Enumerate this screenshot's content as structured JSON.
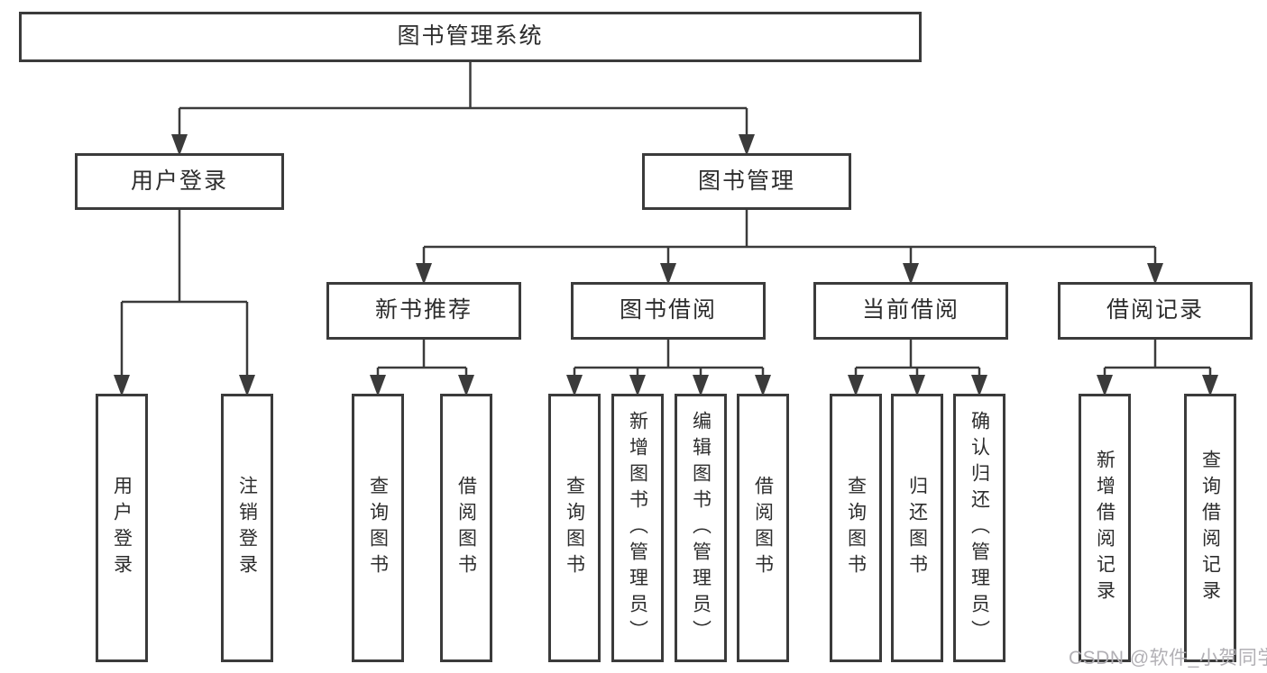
{
  "diagram": {
    "type": "hierarchy",
    "title": "图书管理系统",
    "nodes": [
      {
        "id": "root",
        "label": "图书管理系统",
        "level": 0,
        "parent": null,
        "text_direction": "horizontal"
      },
      {
        "id": "user-login",
        "label": "用户登录",
        "level": 1,
        "parent": "root",
        "text_direction": "horizontal"
      },
      {
        "id": "book-mgmt",
        "label": "图书管理",
        "level": 1,
        "parent": "root",
        "text_direction": "horizontal"
      },
      {
        "id": "new-book-rec",
        "label": "新书推荐",
        "level": 2,
        "parent": "book-mgmt",
        "text_direction": "horizontal"
      },
      {
        "id": "book-borrow",
        "label": "图书借阅",
        "level": 2,
        "parent": "book-mgmt",
        "text_direction": "horizontal"
      },
      {
        "id": "current-borrow",
        "label": "当前借阅",
        "level": 2,
        "parent": "book-mgmt",
        "text_direction": "horizontal"
      },
      {
        "id": "borrow-record",
        "label": "借阅记录",
        "level": 2,
        "parent": "book-mgmt",
        "text_direction": "horizontal"
      },
      {
        "id": "leaf-user-login",
        "label": "用户登录",
        "level": 3,
        "parent": "user-login",
        "text_direction": "vertical"
      },
      {
        "id": "leaf-logout",
        "label": "注销登录",
        "level": 3,
        "parent": "user-login",
        "text_direction": "vertical"
      },
      {
        "id": "leaf-nbr-query",
        "label": "查询图书",
        "level": 3,
        "parent": "new-book-rec",
        "text_direction": "vertical"
      },
      {
        "id": "leaf-nbr-borrow",
        "label": "借阅图书",
        "level": 3,
        "parent": "new-book-rec",
        "text_direction": "vertical"
      },
      {
        "id": "leaf-bb-query",
        "label": "查询图书",
        "level": 3,
        "parent": "book-borrow",
        "text_direction": "vertical"
      },
      {
        "id": "leaf-bb-add",
        "label": "新增图书（管理员）",
        "level": 3,
        "parent": "book-borrow",
        "text_direction": "vertical"
      },
      {
        "id": "leaf-bb-edit",
        "label": "编辑图书（管理员）",
        "level": 3,
        "parent": "book-borrow",
        "text_direction": "vertical"
      },
      {
        "id": "leaf-bb-borrow",
        "label": "借阅图书",
        "level": 3,
        "parent": "book-borrow",
        "text_direction": "vertical"
      },
      {
        "id": "leaf-cb-query",
        "label": "查询图书",
        "level": 3,
        "parent": "current-borrow",
        "text_direction": "vertical"
      },
      {
        "id": "leaf-cb-return",
        "label": "归还图书",
        "level": 3,
        "parent": "current-borrow",
        "text_direction": "vertical"
      },
      {
        "id": "leaf-cb-confirm",
        "label": "确认归还（管理员）",
        "level": 3,
        "parent": "current-borrow",
        "text_direction": "vertical"
      },
      {
        "id": "leaf-br-add",
        "label": "新增借阅记录",
        "level": 3,
        "parent": "borrow-record",
        "text_direction": "vertical"
      },
      {
        "id": "leaf-br-query",
        "label": "查询借阅记录",
        "level": 3,
        "parent": "borrow-record",
        "text_direction": "vertical"
      }
    ]
  },
  "watermark": {
    "text": "CSDN @软件_小贺同学"
  },
  "colors": {
    "line": "#3b3b3b",
    "box_border": "#3b3b3b",
    "box_fill": "#ffffff",
    "text": "#2d2d2d",
    "watermark": "#b2b0b5",
    "background": "#ffffff"
  }
}
